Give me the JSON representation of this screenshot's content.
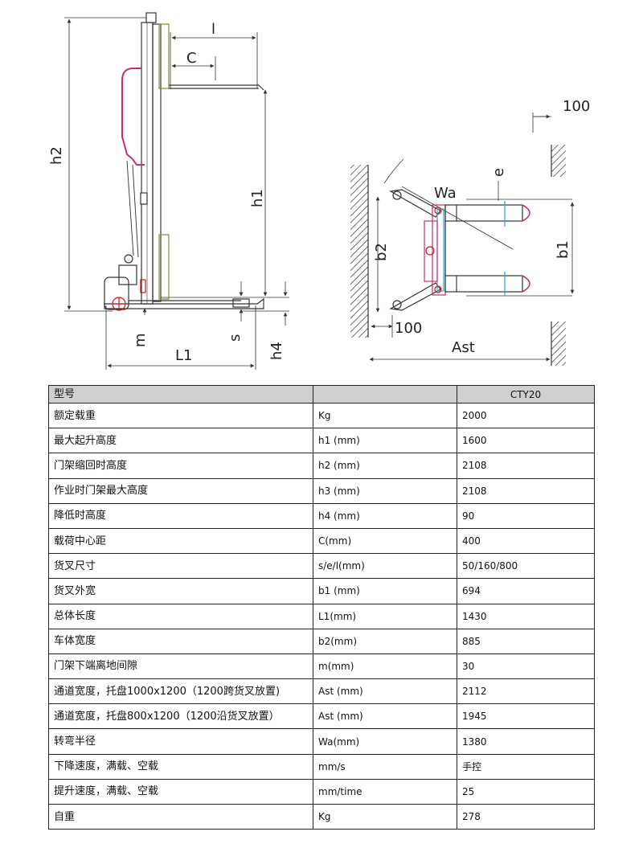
{
  "drawing": {
    "side_view_labels": {
      "l": "l",
      "c": "C",
      "h2": "h2",
      "h1": "h1",
      "m": "m",
      "l1": "L1",
      "s": "s",
      "h4": "h4"
    },
    "top_view_labels": {
      "dim_100_top": "100",
      "e": "e",
      "wa": "Wa",
      "b2": "b2",
      "b1": "b1",
      "dim_100_bottom": "100",
      "ast": "Ast"
    },
    "colors": {
      "line": "#333333",
      "accent_magenta": "#c0307a",
      "accent_cyan": "#28a8c8",
      "accent_red": "#d01818",
      "accent_olive": "#8a8a30"
    }
  },
  "table": {
    "header": {
      "col1": "型号",
      "col2": "",
      "col3": "CTY20"
    },
    "rows": [
      {
        "name": "额定载重",
        "unit": "Kg",
        "value": "2000"
      },
      {
        "name": "最大起升高度",
        "unit": "h1 (mm)",
        "value": "1600"
      },
      {
        "name": "门架缩回时高度",
        "unit": "h2 (mm)",
        "value": "2108"
      },
      {
        "name": "作业时门架最大高度",
        "unit": "h3 (mm)",
        "value": "2108"
      },
      {
        "name": "降低时高度",
        "unit": "h4 (mm)",
        "value": "90"
      },
      {
        "name": "载荷中心距",
        "unit": "C(mm)",
        "value": "400"
      },
      {
        "name": "货叉尺寸",
        "unit": "s/e/l(mm)",
        "value": "50/160/800"
      },
      {
        "name": "货叉外宽",
        "unit": "b1 (mm)",
        "value": "694"
      },
      {
        "name": "总体长度",
        "unit": "L1(mm)",
        "value": "1430"
      },
      {
        "name": "车体宽度",
        "unit": "b2(mm)",
        "value": "885"
      },
      {
        "name": "门架下端离地间隙",
        "unit": "m(mm)",
        "value": "30"
      },
      {
        "name": "通道宽度，托盘1000x1200（1200跨货叉放置)",
        "unit": "Ast (mm)",
        "value": "2112"
      },
      {
        "name": "通道宽度，托盘800x1200（1200沿货叉放置）",
        "unit": "Ast (mm)",
        "value": "1945"
      },
      {
        "name": "转弯半径",
        "unit": "Wa(mm)",
        "value": "1380"
      },
      {
        "name": "下降速度，满载、空载",
        "unit": "mm/s",
        "value": "手控"
      },
      {
        "name": "提升速度，满载、空载",
        "unit": "mm/time",
        "value": "25"
      },
      {
        "name": "自重",
        "unit": "Kg",
        "value": "278"
      }
    ]
  }
}
